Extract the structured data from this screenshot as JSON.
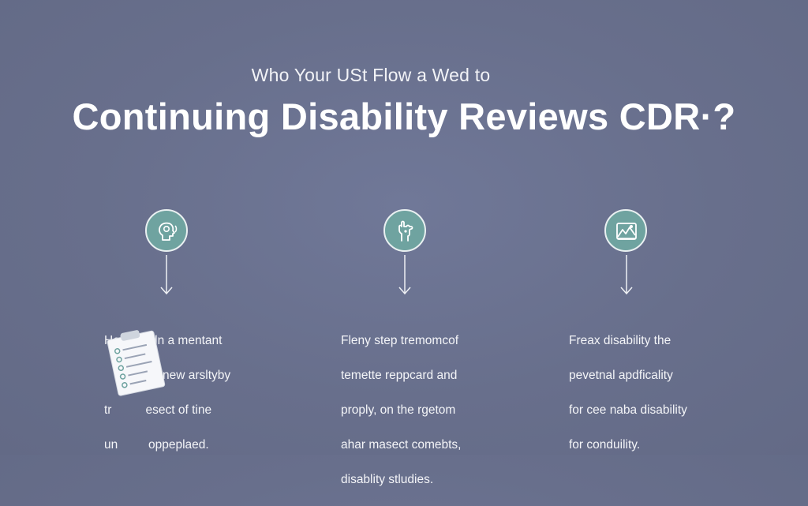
{
  "subtitle": "Who Your USt Flow a Wed to",
  "title": "Continuing Disability Reviews CDR·?",
  "steps": [
    {
      "icon": "head-profile-icon",
      "lines": [
        "He's leadln a mentant",
        "new arsltyby",
        "tr          esect of tine",
        "un         oppeplaed."
      ]
    },
    {
      "icon": "hand-gesture-icon",
      "lines": [
        "Fleny step tremomcof",
        "temette reppcard and",
        "proply, on the rgetom",
        "ahar masect comebts,",
        "disablity stludies."
      ]
    },
    {
      "icon": "landscape-chart-icon",
      "lines": [
        "Freax disability the",
        "pevetnal apdficality",
        "for cee naba disability",
        "for conduility."
      ]
    }
  ],
  "colors": {
    "background": "#686f8c",
    "icon_fill": "#6fa3a0",
    "icon_border": "#e9f0f1",
    "text": "#ffffff"
  }
}
